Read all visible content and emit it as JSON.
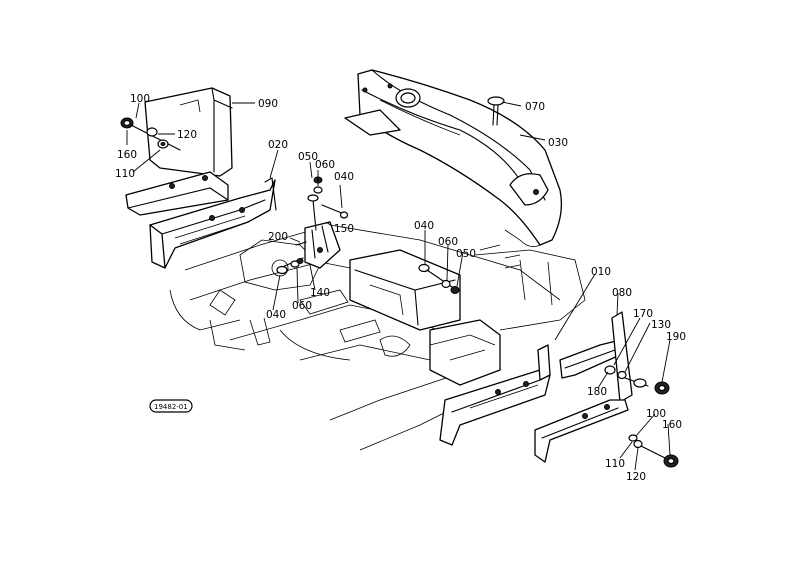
{
  "diagram": {
    "reference_code": "19482-01",
    "labels": {
      "l090": "090",
      "l100a": "100",
      "l120a": "120",
      "l160a": "160",
      "l110a": "110",
      "l020": "020",
      "l050": "050",
      "l060a": "060",
      "l040a": "040",
      "l150": "150",
      "l200": "200",
      "l140": "140",
      "l060b": "060",
      "l040b": "040",
      "l070": "070",
      "l030": "030",
      "l040c": "040",
      "l060c": "060",
      "l050b": "050",
      "l010": "010",
      "l080": "080",
      "l170": "170",
      "l130": "130",
      "l190": "190",
      "l180": "180",
      "l100b": "100",
      "l160b": "160",
      "l110b": "110",
      "l120b": "120"
    }
  }
}
